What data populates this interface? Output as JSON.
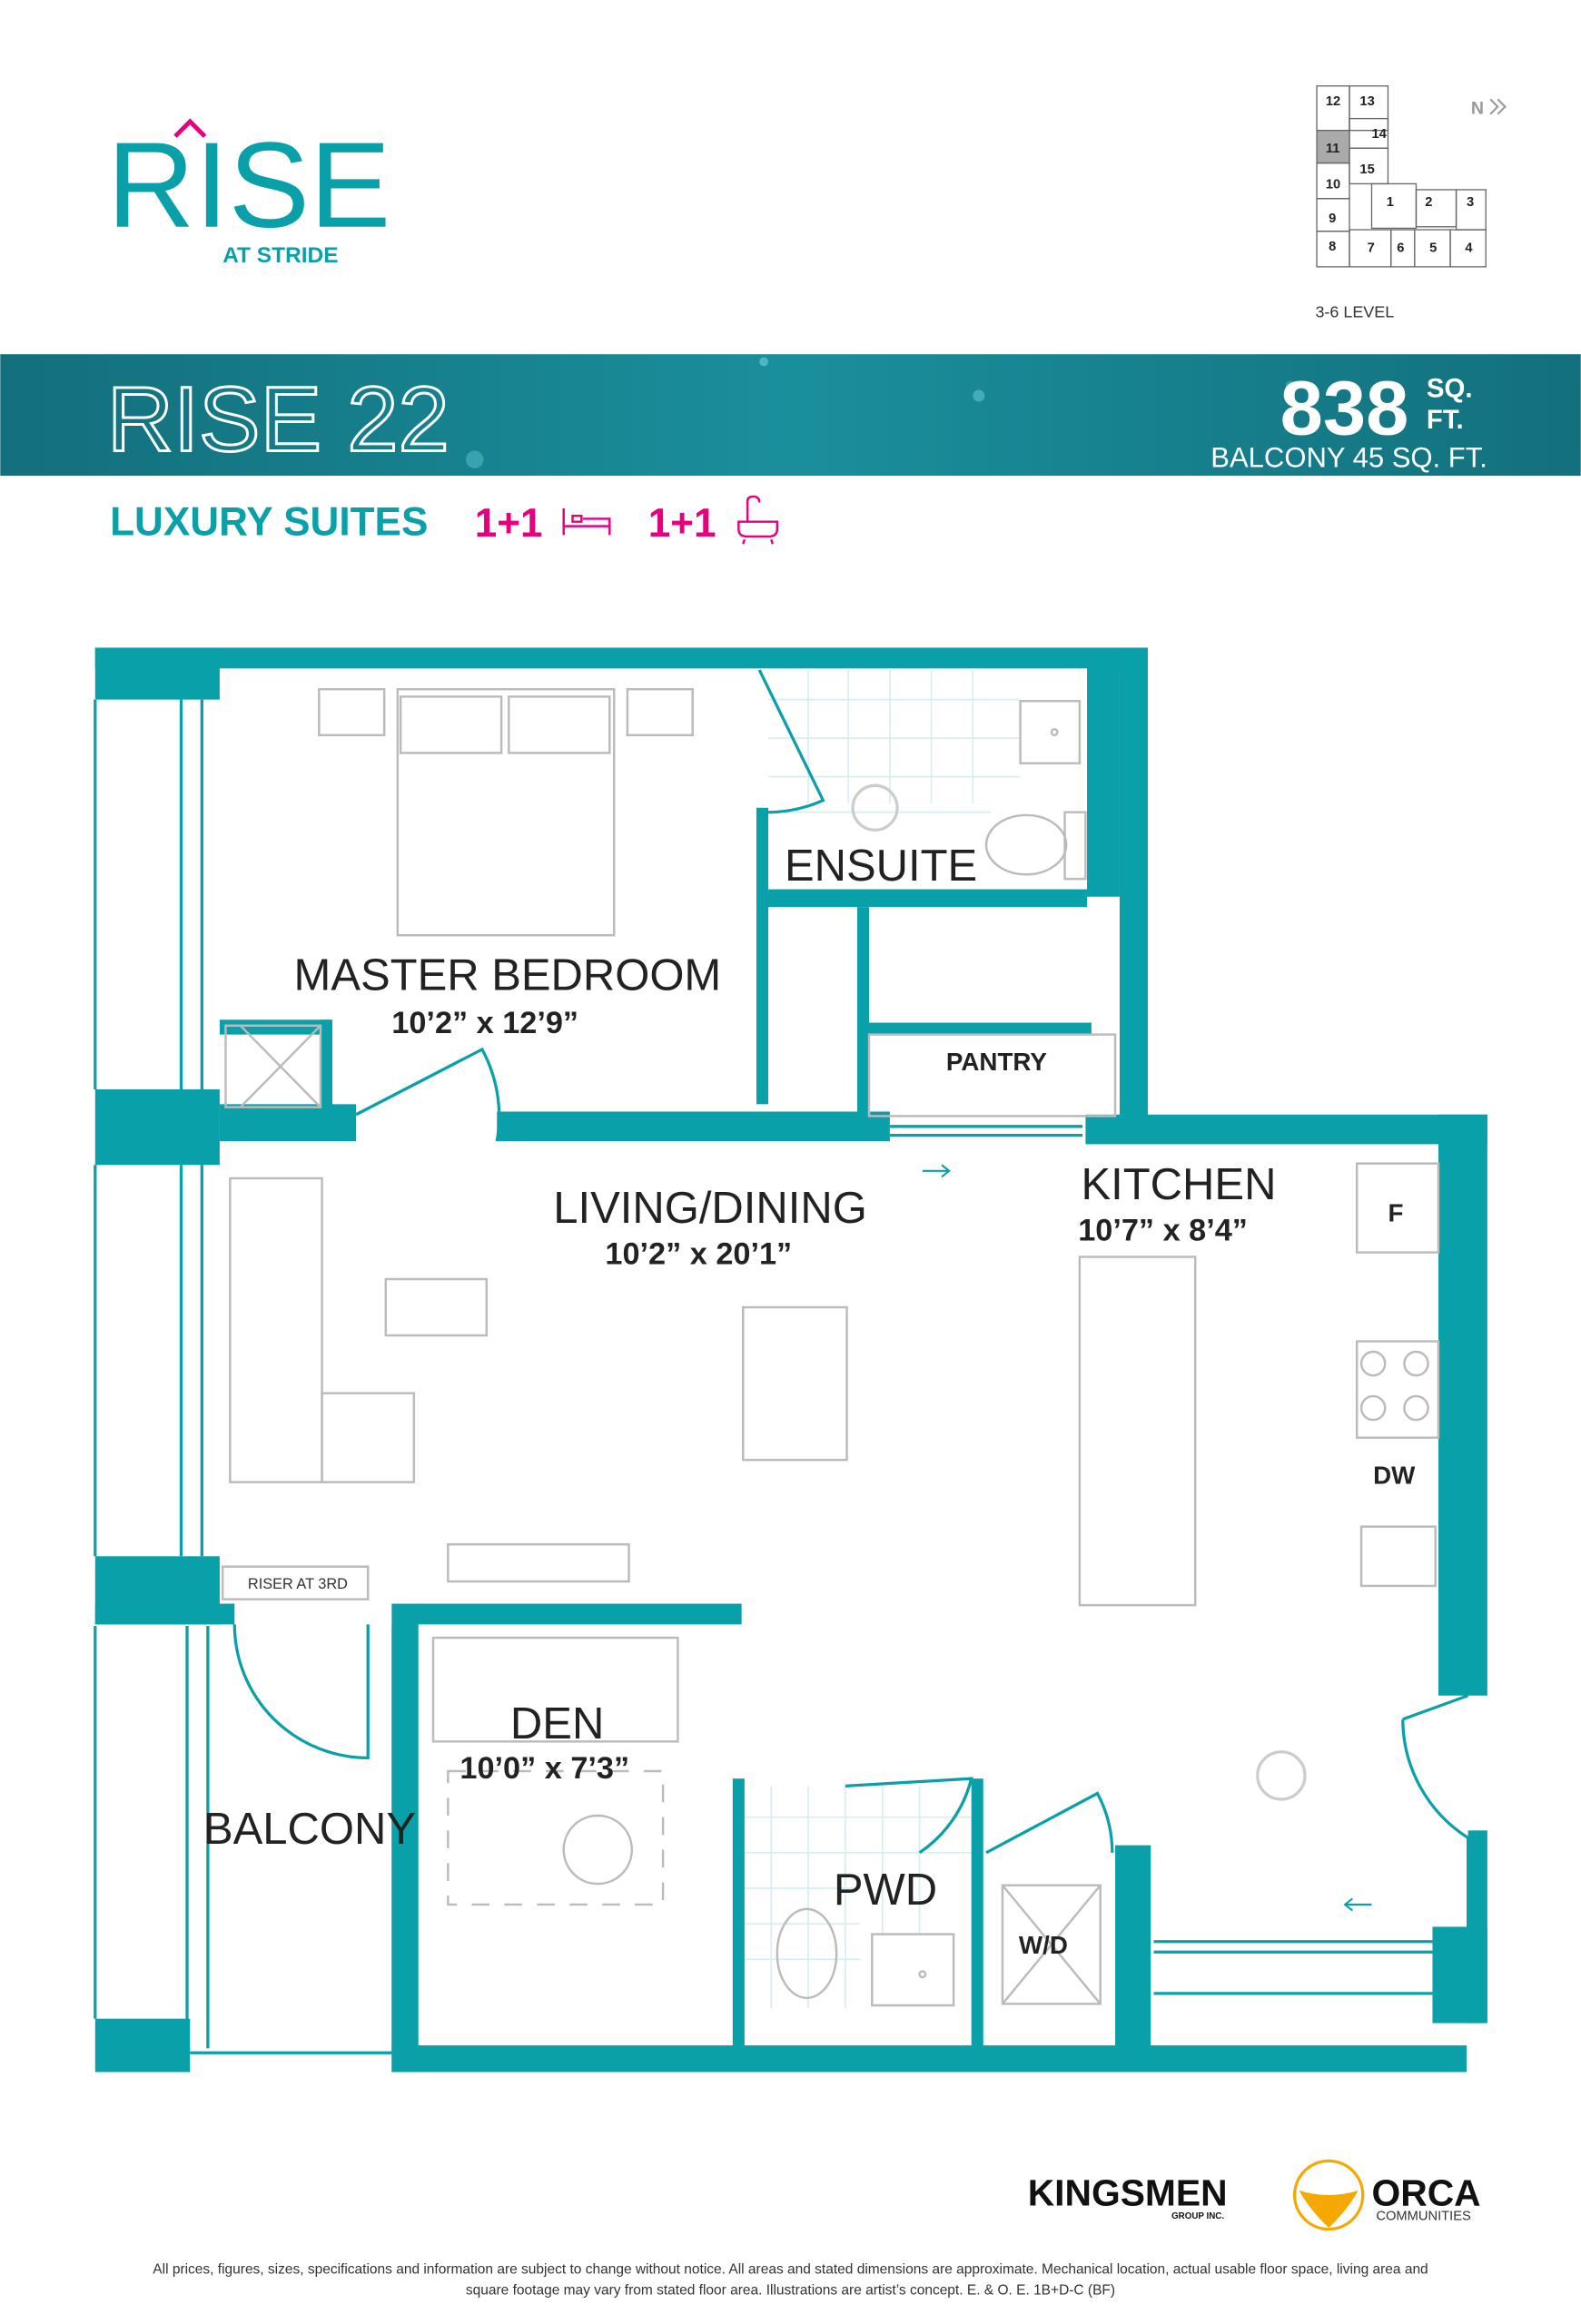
{
  "brand": {
    "logo_text": "RISE",
    "logo_sub": "AT STRIDE"
  },
  "keyplan": {
    "units": [
      "12",
      "13",
      "14",
      "11",
      "15",
      "10",
      "1",
      "2",
      "3",
      "9",
      "8",
      "7",
      "6",
      "5",
      "4"
    ],
    "highlighted": "11",
    "north_label": "N",
    "level_label": "3-6 LEVEL"
  },
  "banner": {
    "suite_name": "RISE 22",
    "area_value": "838",
    "area_unit_1": "SQ.",
    "area_unit_2": "FT.",
    "balcony": "BALCONY 45 SQ. FT."
  },
  "suite_type": {
    "label": "LUXURY SUITES",
    "bedrooms": "1+1",
    "bathrooms": "1+1",
    "bed_icon": "bed-icon",
    "bath_icon": "bathtub-icon"
  },
  "rooms": {
    "master": {
      "name": "MASTER BEDROOM",
      "dim": "10’2” x 12’9”"
    },
    "ensuite": {
      "name": "ENSUITE"
    },
    "pantry": {
      "name": "PANTRY"
    },
    "living": {
      "name": "LIVING/DINING",
      "dim": "10’2” x 20’1”"
    },
    "kitchen": {
      "name": "KITCHEN",
      "dim": "10’7” x 8’4”"
    },
    "den": {
      "name": "DEN",
      "dim": "10’0” x 7’3”"
    },
    "balcony": {
      "name": "BALCONY"
    },
    "pwd": {
      "name": "PWD"
    },
    "wd": {
      "name": "W/D"
    },
    "fridge": {
      "name": "F"
    },
    "dw": {
      "name": "DW"
    },
    "riser": {
      "name": "RISER AT 3RD"
    }
  },
  "partners": {
    "kingsmen": "KINGSMEN",
    "kingsmen_sub": "GROUP INC.",
    "orca": "ORCA",
    "orca_sub": "COMMUNITIES"
  },
  "disclaimer": {
    "line1": "All prices, figures, sizes, specifications and information are subject to change without notice. All areas and stated dimensions are approximate. Mechanical location, actual usable floor space, living area and",
    "line2": "square footage may vary from stated floor area. Illustrations are artist’s concept. E. & O. E. 1B+D-C (BF)"
  },
  "colors": {
    "teal": "#0aa0aa",
    "magenta": "#e6007e",
    "orange": "#f5a800"
  }
}
